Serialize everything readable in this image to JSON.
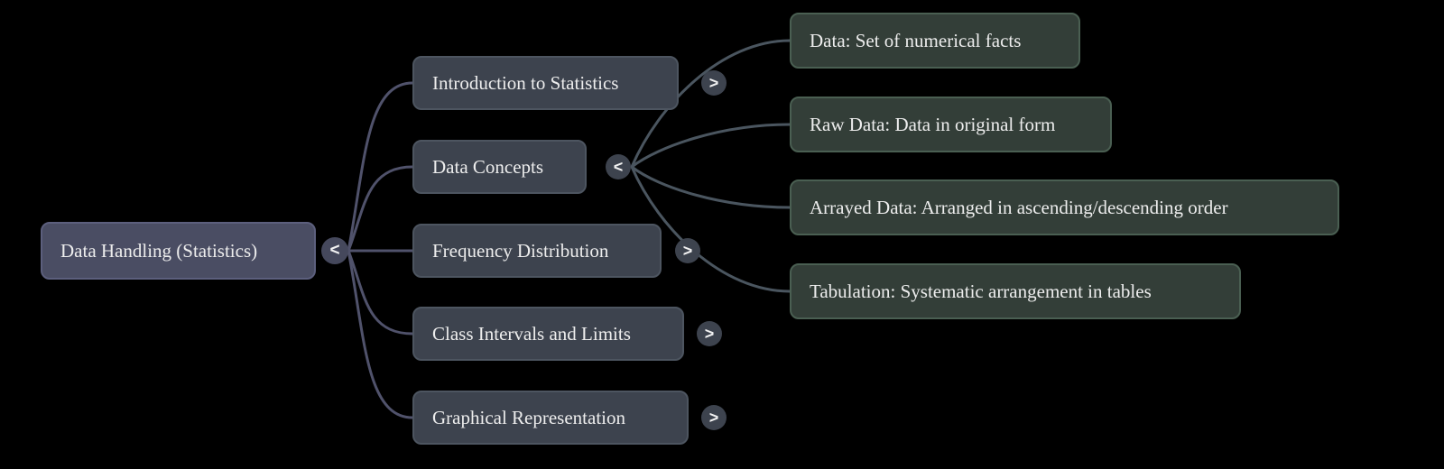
{
  "mindmap": {
    "root": {
      "label": "Data Handling (Statistics)",
      "toggle": "<"
    },
    "branches": [
      {
        "label": "Introduction to Statistics",
        "toggle": ">",
        "expanded": false
      },
      {
        "label": "Data Concepts",
        "toggle": "<",
        "expanded": true
      },
      {
        "label": "Frequency Distribution",
        "toggle": ">",
        "expanded": false
      },
      {
        "label": "Class Intervals and Limits",
        "toggle": ">",
        "expanded": false
      },
      {
        "label": "Graphical Representation",
        "toggle": ">",
        "expanded": false
      }
    ],
    "data_concepts_children": [
      {
        "label": "Data: Set of numerical facts"
      },
      {
        "label": "Raw Data: Data in original form"
      },
      {
        "label": "Arrayed Data: Arranged in ascending/descending order"
      },
      {
        "label": "Tabulation: Systematic arrangement in tables"
      }
    ]
  },
  "colors": {
    "bg": "#000000",
    "text": "#ededed",
    "root-fill": "#4a4d63",
    "root-border": "#5c5f7d",
    "branch-fill": "#3d434e",
    "branch-border": "#4d5560",
    "leaf-fill": "#333e38",
    "leaf-border": "#4a5f52",
    "link-root": "#50526b",
    "link-branch": "#4a555f",
    "toggle-root": "#45485c",
    "toggle-branch": "#3d434e"
  }
}
